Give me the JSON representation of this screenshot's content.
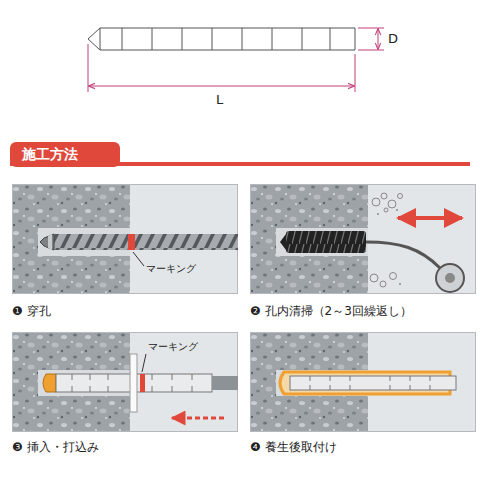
{
  "diagram": {
    "title": "施工方法",
    "nodes": [
      {
        "text": [
          "❶ 穿孔"
        ]
      },
      {
        "text": [
          "❷ 孔内清掃（2～3回繰返し）"
        ]
      },
      {
        "text": [
          "❸ 挿入・打込み"
        ]
      },
      {
        "text": [
          "❹ 養生後取付け"
        ]
      }
    ],
    "labels": [
      "D",
      "L",
      "マーキング",
      "マーキング"
    ]
  }
}
